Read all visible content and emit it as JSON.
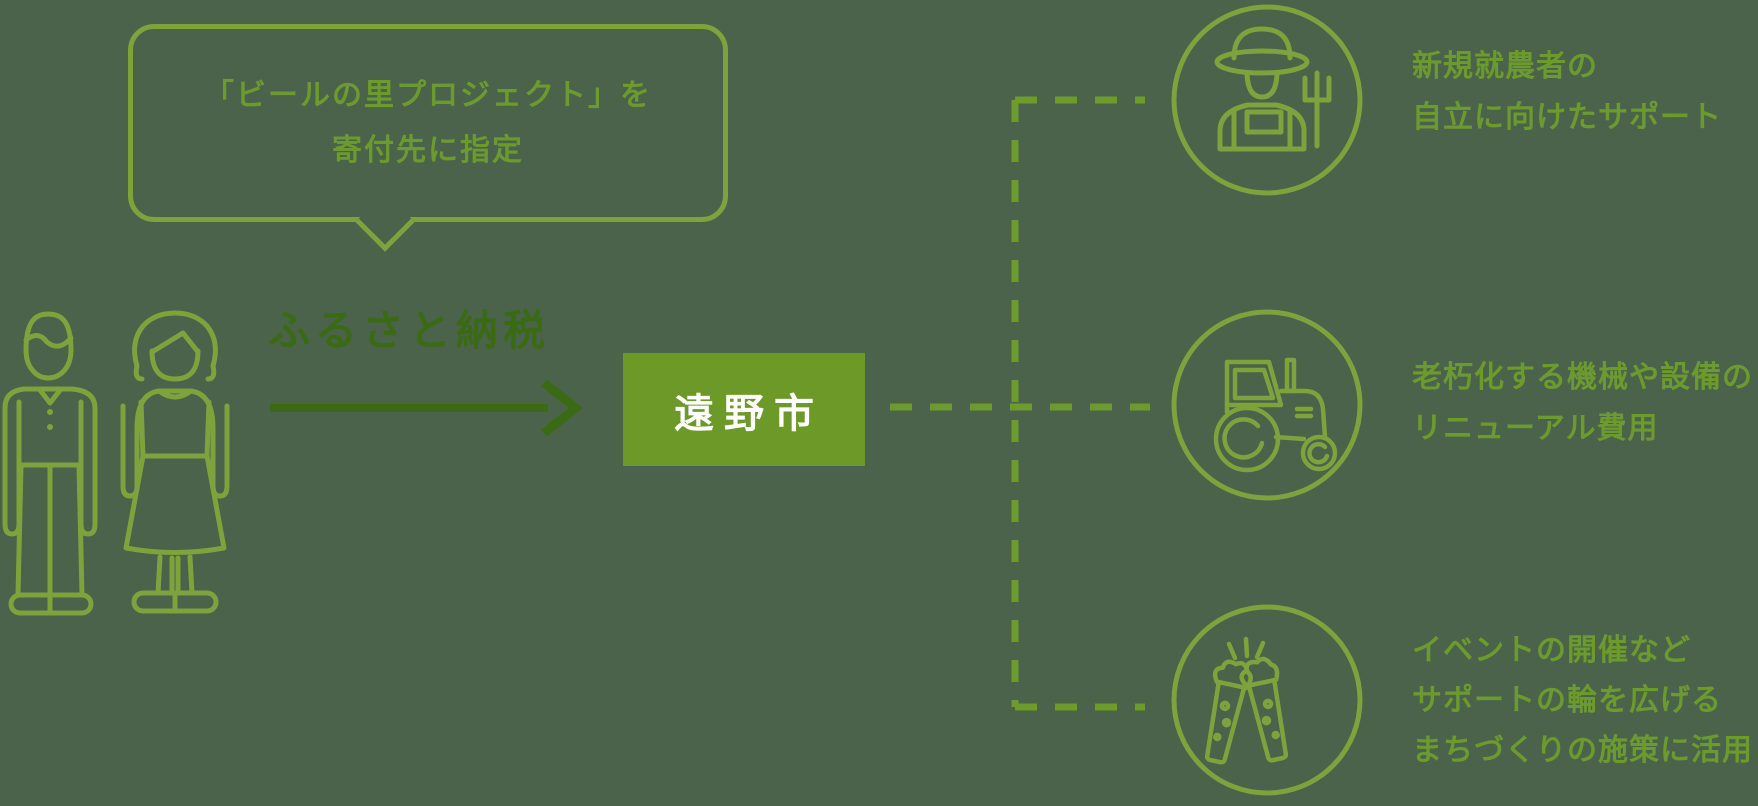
{
  "colors": {
    "background": "#4a634a",
    "outline": "#7ea23c",
    "text_medium": "#6d9a2f",
    "dash": "#6f9b2c",
    "dark": "#3a6b14",
    "box_fill": "#6d9929",
    "box_text": "#ffffff"
  },
  "bubble": {
    "line1": "「ビールの里プロジェクト」を",
    "line2": "寄付先に指定"
  },
  "donors": {
    "man_icon": "man-icon",
    "woman_icon": "woman-icon"
  },
  "flow": {
    "tax_label": "ふるさと納税",
    "arrow_icon": "arrow-right-icon",
    "city_label": "遠野市"
  },
  "usages": [
    {
      "icon": "farmer-icon",
      "lines": [
        "新規就農者の",
        "自立に向けたサポート"
      ]
    },
    {
      "icon": "tractor-icon",
      "lines": [
        "老朽化する機械や設備の",
        "リニューアル費用"
      ]
    },
    {
      "icon": "beer-toast-icon",
      "lines": [
        "イベントの開催など",
        "サポートの輪を広げる",
        "まちづくりの施策に活用"
      ]
    }
  ]
}
